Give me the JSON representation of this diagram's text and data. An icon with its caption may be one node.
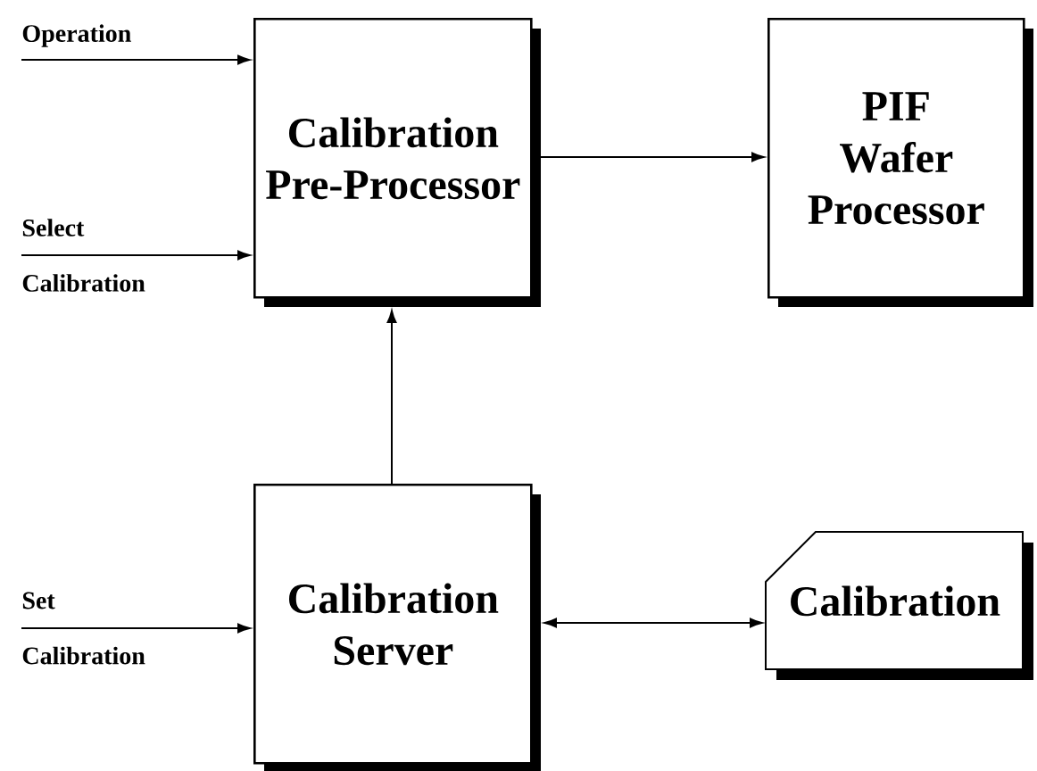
{
  "diagram": {
    "nodes": [
      {
        "text": [
          "Operation"
        ]
      },
      {
        "text": [
          "Select Calibration"
        ]
      },
      {
        "text": [
          "Calibration Pre-Processor"
        ]
      },
      {
        "text": [
          "PIF Wafer Processor"
        ]
      },
      {
        "text": [
          "Set Calibration"
        ]
      },
      {
        "text": [
          "Calibration Server"
        ]
      },
      {
        "text": [
          "Calibration"
        ]
      }
    ],
    "edges": [
      {
        "from": 0,
        "to": 2,
        "arrow": "to"
      },
      {
        "from": 1,
        "to": 2,
        "arrow": "to"
      },
      {
        "from": 2,
        "to": 3,
        "arrow": "to"
      },
      {
        "from": 5,
        "to": 2,
        "arrow": "to"
      },
      {
        "from": 4,
        "to": 5,
        "arrow": "to"
      },
      {
        "from": 5,
        "to": 6,
        "arrow": "both"
      }
    ]
  }
}
